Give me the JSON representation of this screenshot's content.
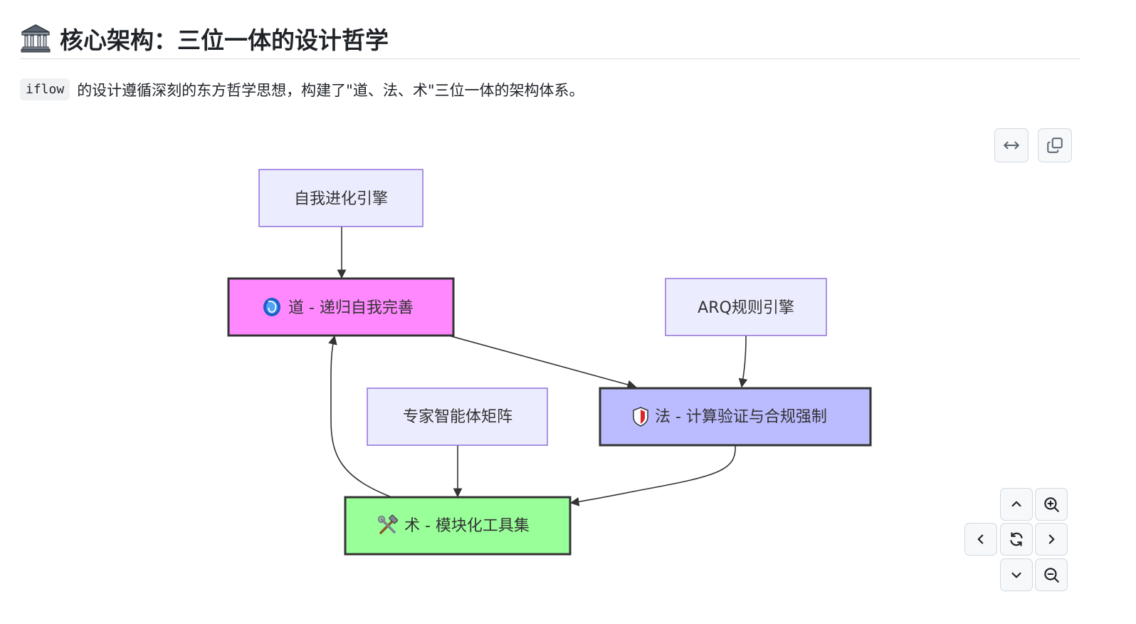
{
  "heading": {
    "icon": "classical-building-icon",
    "title": "核心架构：三位一体的设计哲学"
  },
  "intro": {
    "code": "iflow",
    "text": "的设计遵循深刻的东方哲学思想，构建了\"道、法、术\"三位一体的架构体系。"
  },
  "toolbar": {
    "fit_width_icon": "arrows-horizontal-icon",
    "copy_icon": "copy-icon"
  },
  "nav_controls": {
    "pan_up_icon": "chevron-up-icon",
    "zoom_in_icon": "zoom-in-icon",
    "pan_left_icon": "chevron-left-icon",
    "reset_icon": "refresh-icon",
    "pan_right_icon": "chevron-right-icon",
    "pan_down_icon": "chevron-down-icon",
    "zoom_out_icon": "zoom-out-icon"
  },
  "diagram": {
    "nodes": {
      "evolution_engine": {
        "label": "自我进化引擎",
        "fill": "#ECECFF",
        "stroke": "#9370DB"
      },
      "dao": {
        "label": "道 - 递归自我完善",
        "icon": "cyclone-icon",
        "fill": "#FF88FF",
        "stroke": "#333333"
      },
      "arq_engine": {
        "label": "ARQ规则引擎",
        "fill": "#ECECFF",
        "stroke": "#9370DB"
      },
      "expert_matrix": {
        "label": "专家智能体矩阵",
        "fill": "#ECECFF",
        "stroke": "#9370DB"
      },
      "fa": {
        "label": "法 - 计算验证与合规强制",
        "icon": "shield-icon",
        "fill": "#BBBBFF",
        "stroke": "#333333"
      },
      "shu": {
        "label": "术 - 模块化工具集",
        "icon": "hammer-and-wrench-icon",
        "fill": "#99FF99",
        "stroke": "#333333"
      }
    },
    "edges": [
      {
        "from": "evolution_engine",
        "to": "dao"
      },
      {
        "from": "dao",
        "to": "fa"
      },
      {
        "from": "arq_engine",
        "to": "fa"
      },
      {
        "from": "expert_matrix",
        "to": "shu"
      },
      {
        "from": "fa",
        "to": "shu"
      },
      {
        "from": "shu",
        "to": "dao"
      }
    ],
    "edge_color": "#333333"
  }
}
